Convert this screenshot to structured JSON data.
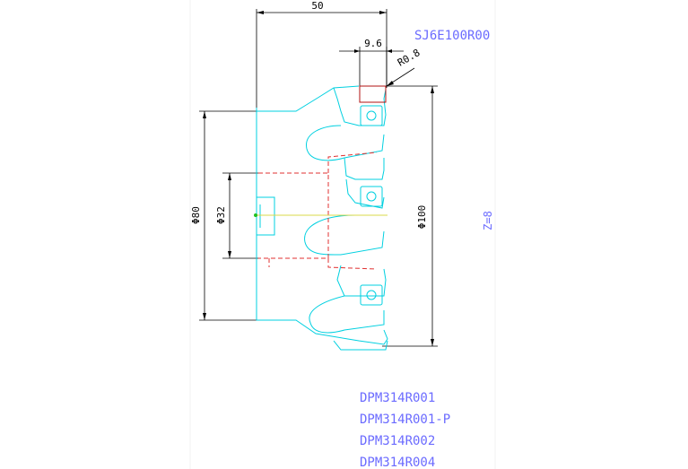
{
  "drawing": {
    "model_code": "SJ6E100R00",
    "teeth_label": "Z=8",
    "dimensions": {
      "overall_width": "50",
      "insert_offset": "9.6",
      "corner_radius": "R0.8",
      "body_diameter": "Φ80",
      "bore_diameter": "Φ32",
      "cutting_diameter": "Φ100"
    },
    "insert_codes": [
      "DPM314R001",
      "DPM314R001-P",
      "DPM314R002",
      "DPM314R004"
    ]
  },
  "colors": {
    "outline": "#00d0e0",
    "hidden_lines": "#e03030",
    "annotation_text": "#6b6bff",
    "dimension_lines": "#000000",
    "centerline": "#d8d84a"
  }
}
